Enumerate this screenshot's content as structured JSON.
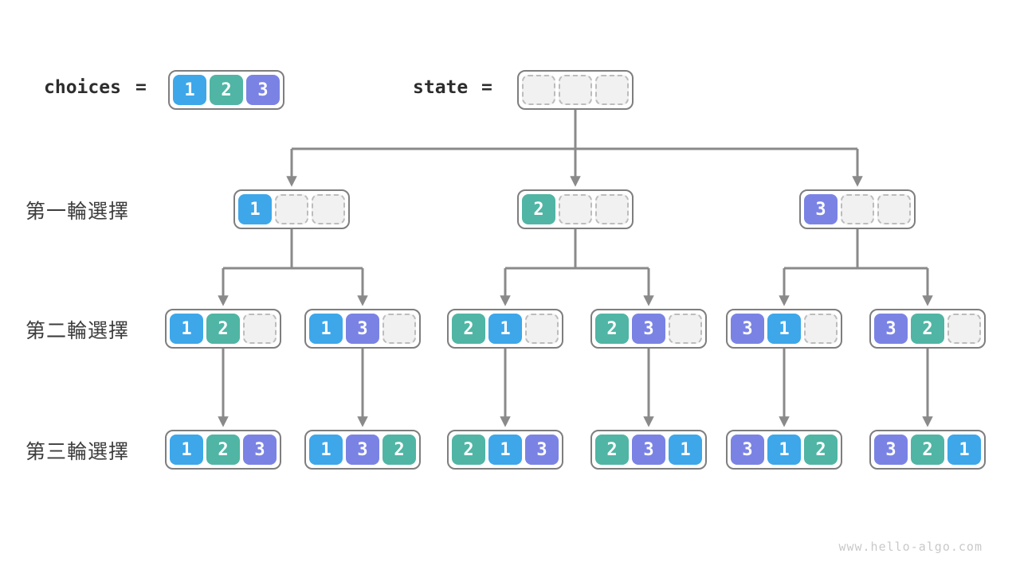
{
  "header": {
    "choices_label": "choices",
    "equals": "=",
    "choices_values": [
      1,
      2,
      3
    ],
    "state_values": [
      null,
      null,
      null
    ],
    "state_label": "state",
    "slots": 3
  },
  "tree": {
    "levels": [
      {
        "label": "第一輪選擇",
        "nodes": [
          [
            1
          ],
          [
            2
          ],
          [
            3
          ]
        ]
      },
      {
        "label": "第二輪選擇",
        "nodes": [
          [
            1,
            2
          ],
          [
            1,
            3
          ],
          [
            2,
            1
          ],
          [
            2,
            3
          ],
          [
            3,
            1
          ],
          [
            3,
            2
          ]
        ]
      },
      {
        "label": "第三輪選擇",
        "nodes": [
          [
            1,
            2,
            3
          ],
          [
            1,
            3,
            2
          ],
          [
            2,
            1,
            3
          ],
          [
            2,
            3,
            1
          ],
          [
            3,
            1,
            2
          ],
          [
            3,
            2,
            1
          ]
        ]
      }
    ]
  },
  "colors": {
    "1": "#3da7ea",
    "2": "#50b5a4",
    "3": "#7a83e4",
    "empty_fill": "#f1f1f1",
    "empty_border": "#bcbcbc",
    "box_border": "#7e7e7e",
    "edge": "#8a8a8a",
    "label_text": "#3d3d3d",
    "code_text": "#2d2d2d",
    "watermark_text": "#c9c9c9"
  },
  "watermark": "www.hello-algo.com"
}
